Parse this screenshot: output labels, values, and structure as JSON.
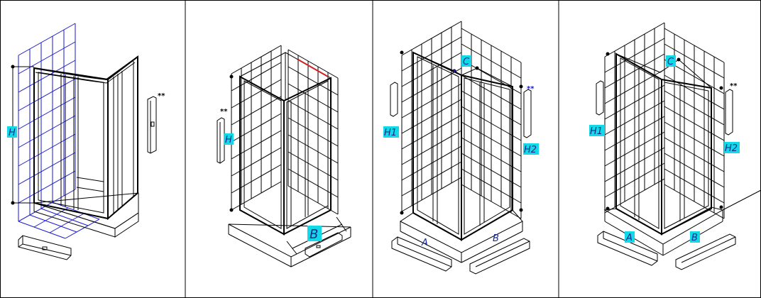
{
  "colors": {
    "line": "#000000",
    "tile_wall_1": "#1a1acc",
    "tag_fill": "#13d8e8",
    "tag_text": "#1a2a8a",
    "accent_red": "#cc2222"
  },
  "panels": [
    {
      "id": "panel-1",
      "labels": {
        "height": "H",
        "marker": "**"
      }
    },
    {
      "id": "panel-2",
      "labels": {
        "height": "H",
        "width": "B",
        "marker": "**"
      }
    },
    {
      "id": "panel-3",
      "labels": {
        "height_1": "H1",
        "height_2": "H2",
        "corner": "C",
        "side_a": "A",
        "side_b": "B",
        "marker": "**"
      }
    },
    {
      "id": "panel-4",
      "labels": {
        "height_1": "H1",
        "height_2": "H2",
        "corner": "C",
        "side_a": "A",
        "side_b": "B",
        "marker": "**"
      }
    }
  ]
}
